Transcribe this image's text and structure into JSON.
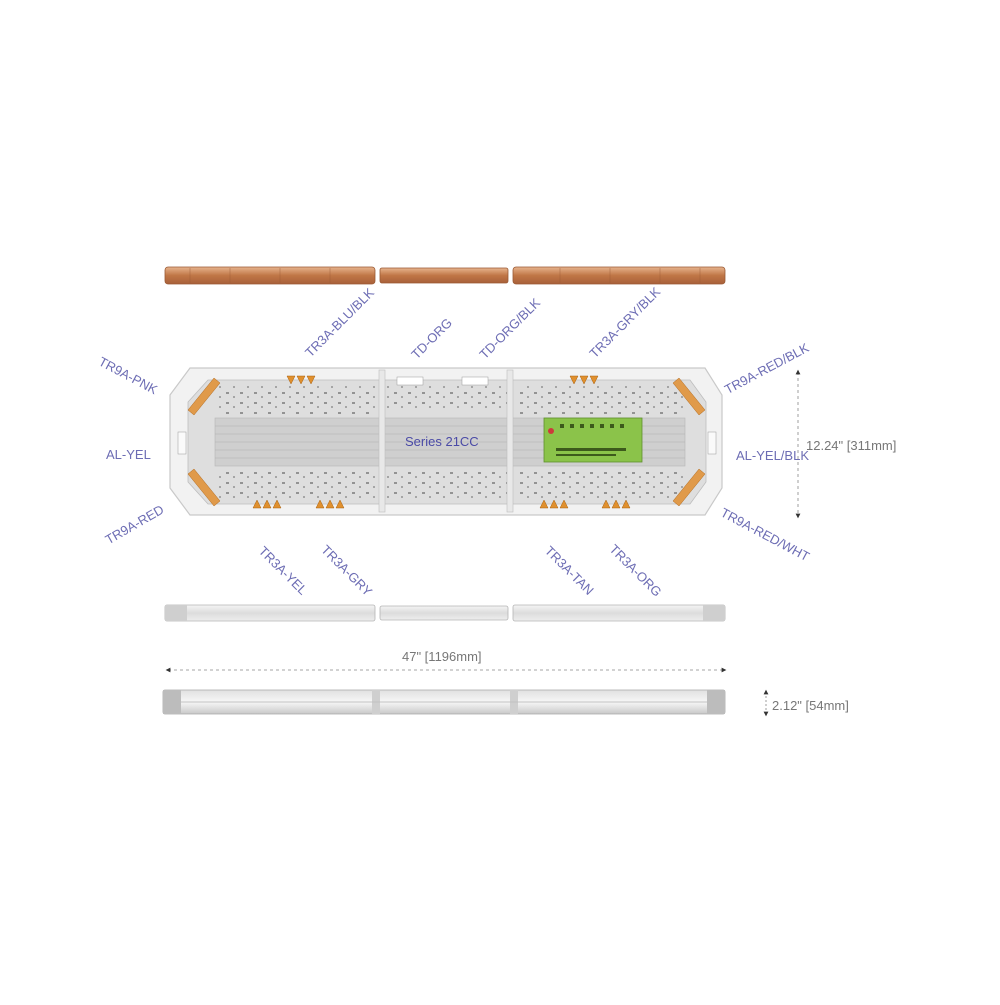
{
  "product": {
    "series_label": "Series 21CC"
  },
  "callouts": {
    "tr9a_pnk": "TR9A-PNK",
    "al_yel": "AL-YEL",
    "tr9a_red": "TR9A-RED",
    "tr3a_blu_blk": "TR3A-BLU/BLK",
    "td_org": "TD-ORG",
    "td_org_blk": "TD-ORG/BLK",
    "tr3a_gry_blk": "TR3A-GRY/BLK",
    "tr9a_red_blk": "TR9A-RED/BLK",
    "al_yel_blk": "AL-YEL/BLK",
    "tr9a_red_wht": "TR9A-RED/WHT",
    "tr3a_yel": "TR3A-YEL",
    "tr3a_gry": "TR3A-GRY",
    "tr3a_tan": "TR3A-TAN",
    "tr3a_org": "TR3A-ORG"
  },
  "dimensions": {
    "depth": "12.24\" [311mm]",
    "length": "47\" [1196mm]",
    "height": "2.12\" [54mm]"
  },
  "colors": {
    "callout_text": "#6d6db4",
    "amber_lens": "#c8804a",
    "amber_led": "#e0902e",
    "pcb_green": "#8bc34a",
    "housing": "#e6e6e6"
  }
}
